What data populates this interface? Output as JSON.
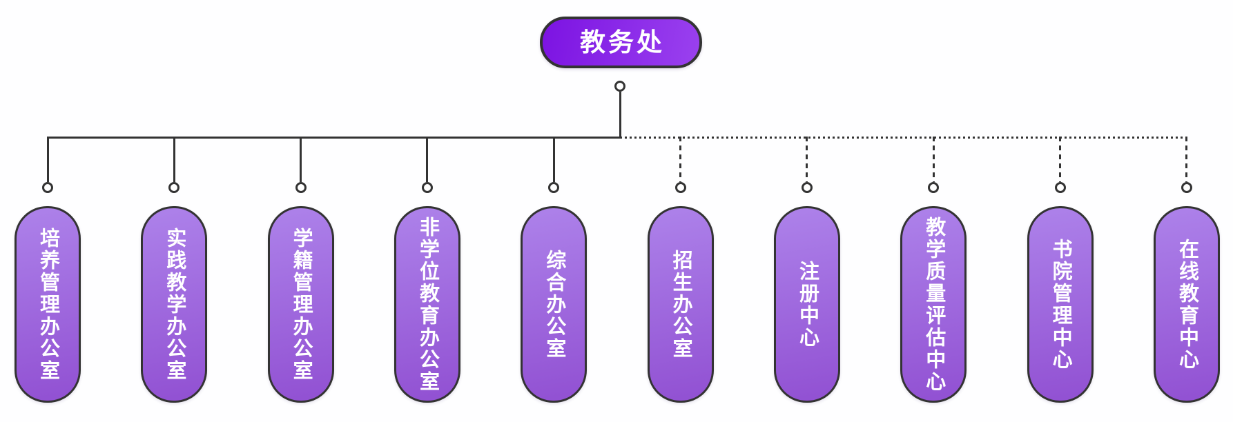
{
  "root": {
    "label": "教务处"
  },
  "branches": [
    {
      "label": "培养管理办公室",
      "connector": "solid"
    },
    {
      "label": "实践教学办公室",
      "connector": "solid"
    },
    {
      "label": "学籍管理办公室",
      "connector": "solid"
    },
    {
      "label": "非学位教育办公室",
      "connector": "solid"
    },
    {
      "label": "综合办公室",
      "connector": "solid"
    },
    {
      "label": "招生办公室",
      "connector": "dashed"
    },
    {
      "label": "注册中心",
      "connector": "dashed"
    },
    {
      "label": "教学质量评估中心",
      "connector": "dashed"
    },
    {
      "label": "书院管理中心",
      "connector": "dashed"
    },
    {
      "label": "在线教育中心",
      "connector": "dashed"
    }
  ],
  "colors": {
    "root_gradient_start": "#7c13e2",
    "root_gradient_end": "#9a41ef",
    "branch_gradient_start": "#ad82ea",
    "branch_gradient_end": "#9150d2",
    "connector_line": "#333333",
    "node_border": "#333333",
    "node_text": "#ffffff",
    "background": "#fefeff"
  }
}
